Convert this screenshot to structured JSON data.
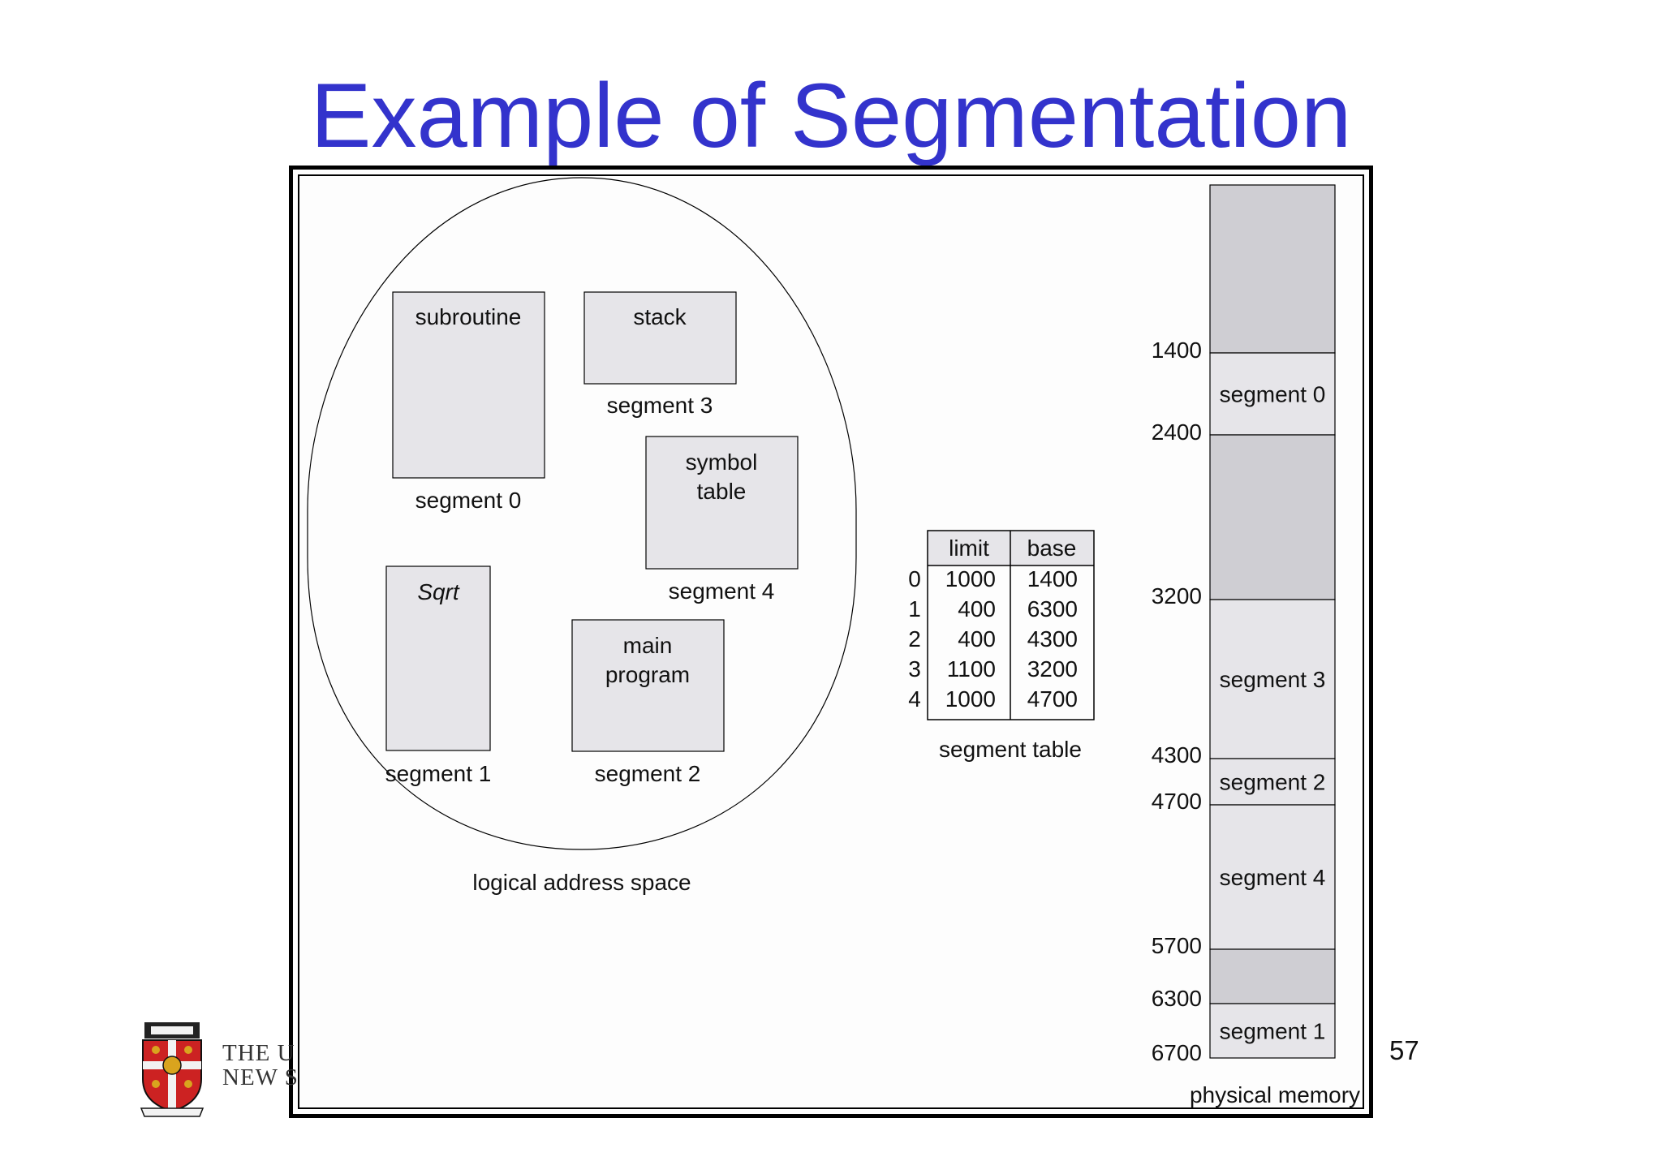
{
  "title": "Example of Segmentation",
  "page_number": "57",
  "logo": {
    "line1": "THE U",
    "line2": "NEW S"
  },
  "logical": {
    "caption": "logical address space",
    "boxes": [
      {
        "box_text": "subroutine",
        "caption": "segment 0"
      },
      {
        "box_text": "stack",
        "caption": "segment 3"
      },
      {
        "box_text_line1": "symbol",
        "box_text_line2": "table",
        "caption": "segment 4"
      },
      {
        "box_text": "Sqrt",
        "caption": "segment 1"
      },
      {
        "box_text_line1": "main",
        "box_text_line2": "program",
        "caption": "segment 2"
      }
    ]
  },
  "segment_table": {
    "caption": "segment table",
    "headers": [
      "limit",
      "base"
    ],
    "rows": [
      {
        "index": "0",
        "limit": "1000",
        "base": "1400"
      },
      {
        "index": "1",
        "limit": "400",
        "base": "6300"
      },
      {
        "index": "2",
        "limit": "400",
        "base": "4300"
      },
      {
        "index": "3",
        "limit": "1100",
        "base": "3200"
      },
      {
        "index": "4",
        "limit": "1000",
        "base": "4700"
      }
    ]
  },
  "physical": {
    "caption": "physical memory",
    "addresses": [
      "1400",
      "2400",
      "3200",
      "4300",
      "4700",
      "5700",
      "6300",
      "6700"
    ],
    "segments": [
      {
        "label": "",
        "filled": true
      },
      {
        "label": "segment 0",
        "filled": false
      },
      {
        "label": "",
        "filled": true
      },
      {
        "label": "segment 3",
        "filled": false
      },
      {
        "label": "segment 2",
        "filled": false
      },
      {
        "label": "segment 4",
        "filled": false
      },
      {
        "label": "",
        "filled": true
      },
      {
        "label": "segment 1",
        "filled": false
      }
    ]
  },
  "colors": {
    "title": "#3333cc",
    "box_fill": "#e6e5e9",
    "free_memory_fill": "#cfced3",
    "line": "#000000"
  }
}
